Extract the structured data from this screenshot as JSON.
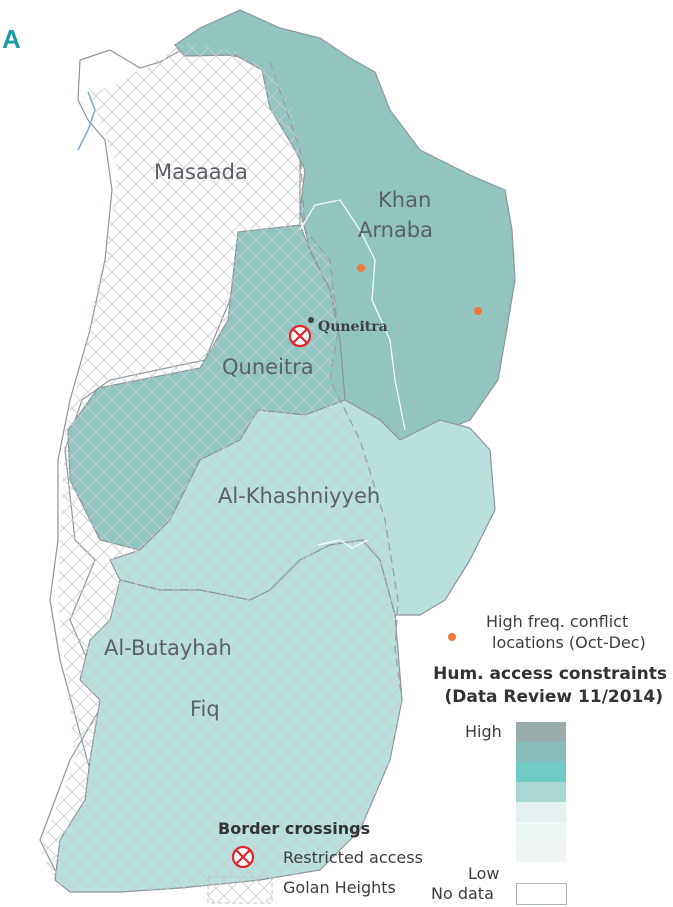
{
  "panel_letter": "A",
  "regions": {
    "masaada": "Masaada",
    "khan_arnaba_line1": "Khan",
    "khan_arnaba_line2": "Arnaba",
    "quneitra": "Quneitra",
    "al_khashniyyeh": "Al-Khashniyyeh",
    "al_butayhah": "Al-Butayhah",
    "fiq": "Fiq"
  },
  "city_label": "Quneitra",
  "legend": {
    "conflict_line1": "High freq. conflict",
    "conflict_line2": "locations (Oct-Dec)",
    "title_line1": "Hum. access constraints",
    "title_line2": "(Data Review 11/2014)",
    "scale_high": "High",
    "scale_low": "Low",
    "no_data": "No data",
    "scale_colors": [
      "#9aabab",
      "#86bcb9",
      "#6fcbc4",
      "#a9d8d4",
      "#e4f0ef",
      "#eef8f7",
      "#f3f6f6"
    ],
    "border_crossings_title": "Border crossings",
    "restricted_access": "Restricted access",
    "golan_heights": "Golan Heights"
  },
  "colors": {
    "high": "#92c4c0",
    "medium": "#b9e0dc",
    "conflict_dot": "#f07a3a",
    "crossing": "#e0242b",
    "hatch": "#c7cdcf"
  }
}
